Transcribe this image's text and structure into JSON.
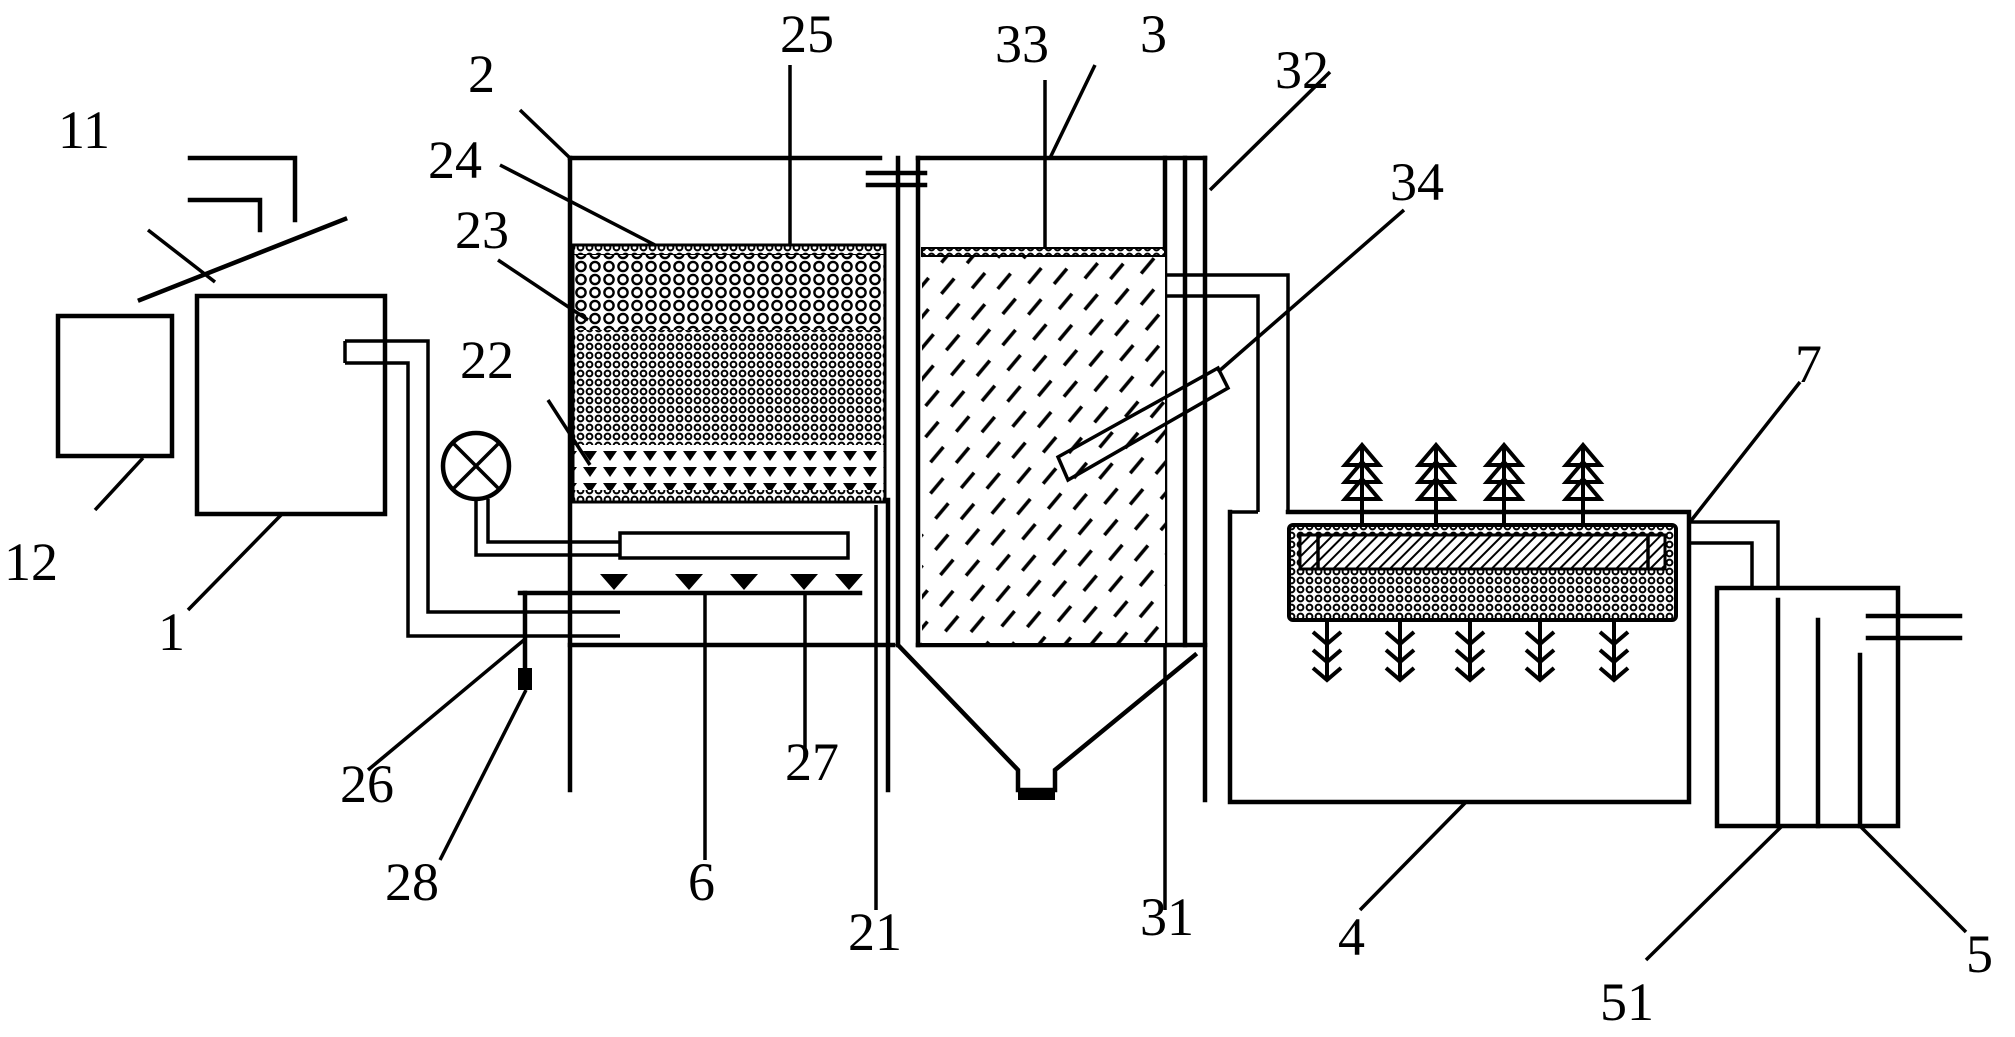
{
  "labels": {
    "l1": "1",
    "l2": "2",
    "l3": "3",
    "l4": "4",
    "l5": "5",
    "l6": "6",
    "l7": "7",
    "l11": "11",
    "l12": "12",
    "l21": "21",
    "l22": "22",
    "l23": "23",
    "l24": "24",
    "l25": "25",
    "l26": "26",
    "l27": "27",
    "l28": "28",
    "l31": "31",
    "l32": "32",
    "l33": "33",
    "l34": "34",
    "l51": "51"
  }
}
